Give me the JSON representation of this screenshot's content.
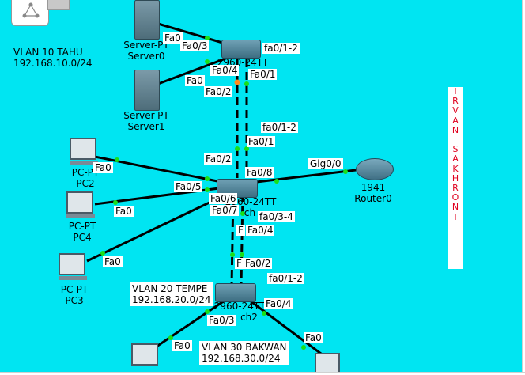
{
  "notes": {
    "vlan10": {
      "line1": "VLAN 10 TAHU",
      "line2": "192.168.10.0/24"
    },
    "vlan20": {
      "line1": "VLAN 20 TEMPE",
      "line2": "192.168.20.0/24"
    },
    "vlan30": {
      "line1": "VLAN 30 BAKWAN",
      "line2": "192.168.30.0/24"
    },
    "author": [
      "I",
      "R",
      "V",
      "A",
      "N",
      " ",
      "S",
      "A",
      "K",
      "H",
      "R",
      "O",
      "N",
      "I"
    ]
  },
  "devices": {
    "server0": {
      "model": "Server-PT",
      "name": "Server0"
    },
    "server1": {
      "model": "Server-PT",
      "name": "Server1"
    },
    "pc2": {
      "model": "PC-PT",
      "name": "PC2"
    },
    "pc4": {
      "model": "PC-PT",
      "name": "PC4"
    },
    "pc3": {
      "model": "PC-PT",
      "name": "PC3"
    },
    "router0": {
      "model": "1941",
      "name": "Router0"
    },
    "switch_top": {
      "model": "2960-24TT"
    },
    "switch_mid": {
      "model": "2960-24TT",
      "name_fragment": "ch"
    },
    "switch_bottom": {
      "model": "2960-24TT",
      "name_fragment": "ch2"
    }
  },
  "ports": {
    "s0_fa0": "Fa0",
    "swtop_fa03": "Fa0/3",
    "s1_fa0": "Fa0",
    "swtop_fa04": "Fa0/4",
    "swtop_fa02": "Fa0/2",
    "swtop_fa01": "Fa0/1",
    "swtop_bundle": "fa0/1-2",
    "swmid_bundle_top": "fa0/1-2",
    "swmid_fa01_top": "Fa0/1",
    "swmid_fa02_top": "Fa0/2",
    "swmid_fa08": "Fa0/8",
    "router_gig00": "Gig0/0",
    "pc2_fa0": "Fa0",
    "pc4_fa0": "Fa0",
    "pc3_fa0": "Fa0",
    "swmid_fa05": "Fa0/5",
    "swmid_fa06": "Fa0/6",
    "swmid_fa07": "Fa0/7",
    "swmid_bundle_bottom": "fa0/3-4",
    "swmid_fa04": "Fa0/4",
    "swmid_f_left": "F",
    "swbot_f_left": "F",
    "swbot_fa02": "Fa0/2",
    "swbot_bundle": "fa0/1-2",
    "swbot_fa04": "Fa0/4",
    "swbot_fa03": "Fa0/3",
    "pcb1_fa0": "Fa0",
    "pcb2_fa0": "Fa0"
  },
  "toolbar": {
    "icon": "network-diagram-icon"
  },
  "colors": {
    "workspace": "#00e5f2",
    "link": "#000000",
    "link_up": "#18e018",
    "link_pending": "#ff8a1c",
    "author_text": "#e0001e"
  }
}
